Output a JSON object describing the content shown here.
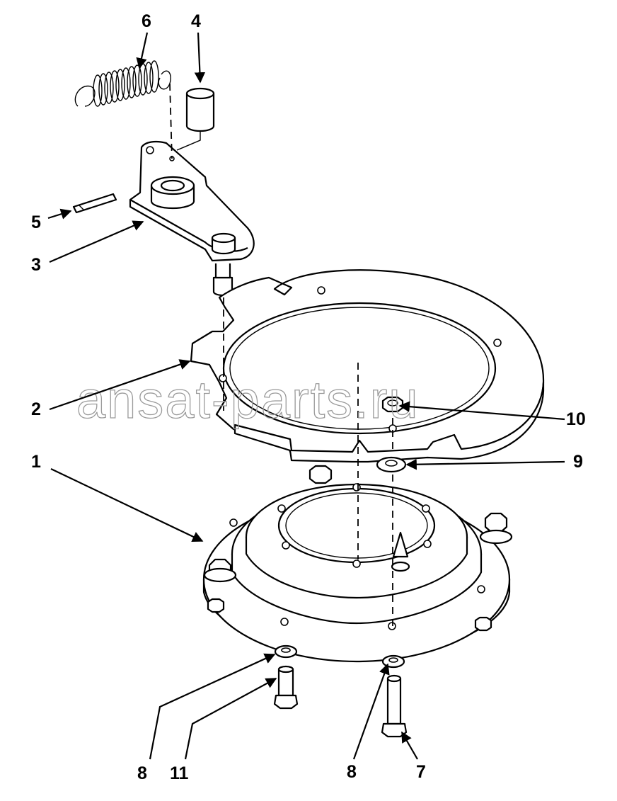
{
  "watermark": "ansat-parts.ru",
  "callouts": {
    "c1": "1",
    "c2": "2",
    "c3": "3",
    "c4": "4",
    "c5": "5",
    "c6": "6",
    "c7": "7",
    "c8a": "8",
    "c8b": "8",
    "c9": "9",
    "c10": "10",
    "c11": "11"
  },
  "colors": {
    "line": "#000000",
    "watermark": "#9a9a9a",
    "background": "#ffffff"
  }
}
